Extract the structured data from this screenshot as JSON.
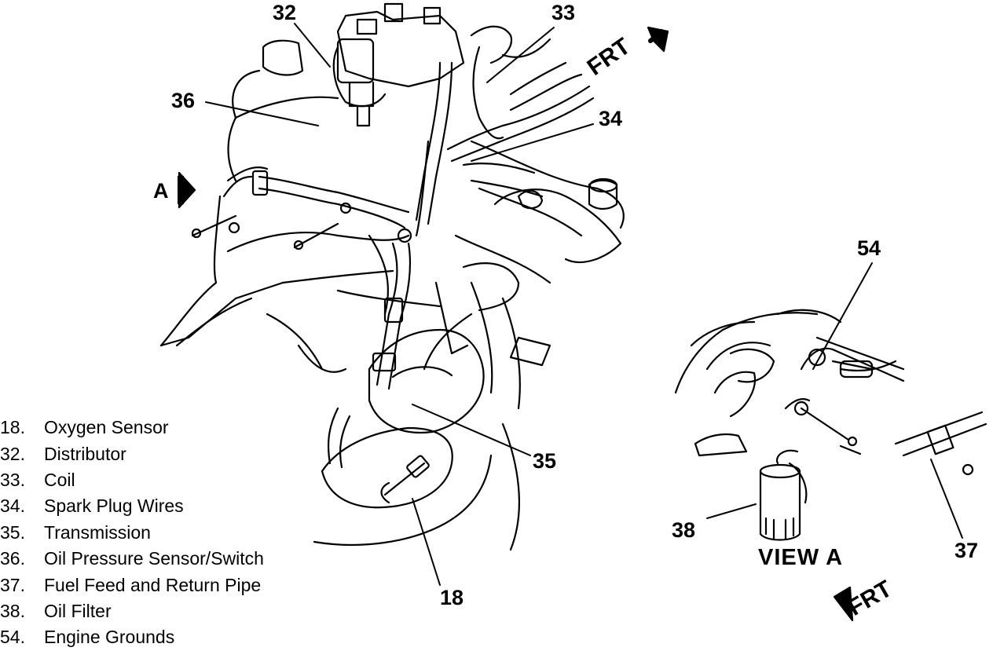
{
  "callouts": {
    "c32": "32",
    "c33": "33",
    "c34": "34",
    "c35": "35",
    "c36": "36",
    "c18": "18",
    "c54": "54",
    "c38": "38",
    "c37": "37",
    "view_ref": "A"
  },
  "direction": {
    "main": "FRT",
    "view": "FRT"
  },
  "view_label": "VIEW A",
  "legend": [
    {
      "num": "18.",
      "text": "Oxygen Sensor"
    },
    {
      "num": "32.",
      "text": "Distributor"
    },
    {
      "num": "33.",
      "text": "Coil"
    },
    {
      "num": "34.",
      "text": "Spark Plug Wires"
    },
    {
      "num": "35.",
      "text": "Transmission"
    },
    {
      "num": "36.",
      "text": "Oil Pressure Sensor/Switch"
    },
    {
      "num": "37.",
      "text": "Fuel Feed and Return Pipe"
    },
    {
      "num": "38.",
      "text": "Oil Filter"
    },
    {
      "num": "54.",
      "text": "Engine Grounds"
    }
  ]
}
